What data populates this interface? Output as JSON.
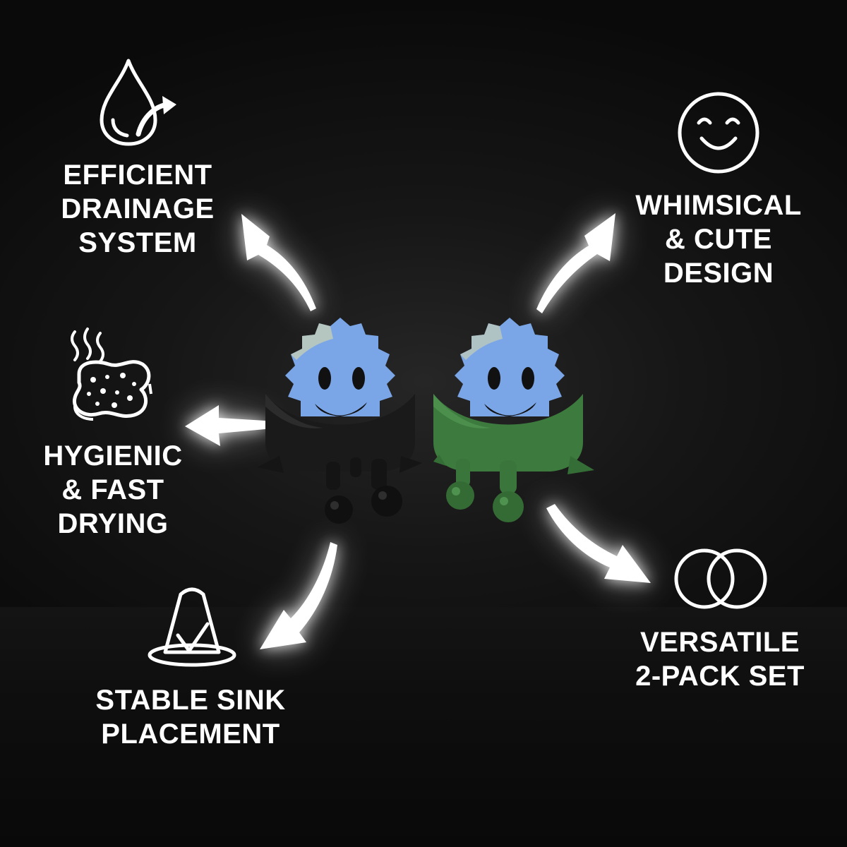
{
  "features": {
    "drainage": "EFFICIENT\nDRAINAGE\nSYSTEM",
    "whimsical": "WHIMSICAL\n& CUTE\nDESIGN",
    "hygienic": "HYGIENIC\n& FAST\nDRYING",
    "stable": "STABLE SINK\nPLACEMENT",
    "versatile": "VERSATILE\n2-PACK SET"
  },
  "icons": {
    "drainage": "water-drop-arrow-icon",
    "whimsical": "smiley-face-icon",
    "hygienic": "steaming-sponge-icon",
    "stable": "cone-checkmark-icon",
    "versatile": "interlocking-rings-icon"
  },
  "colors": {
    "background": "#0b0b0b",
    "text": "#ffffff",
    "sponge_blue": "#7aa6e8",
    "holder_black": "#1a1a1a",
    "holder_green": "#3d7a3e"
  }
}
